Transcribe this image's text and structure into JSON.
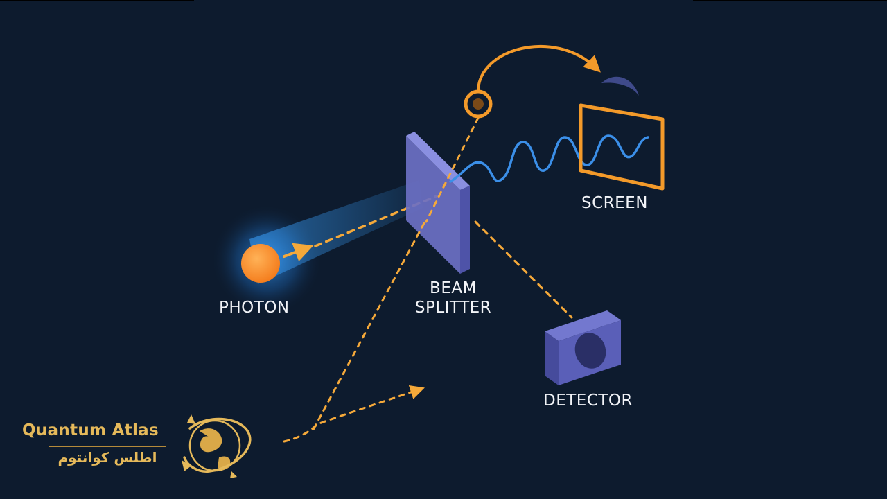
{
  "labels": {
    "photon": "PHOTON",
    "beam_splitter_line1": "BEAM",
    "beam_splitter_line2": "SPLITTER",
    "screen": "SCREEN",
    "detector": "DETECTOR"
  },
  "brand": {
    "name_en": "Quantum Atlas",
    "name_fa": "اطلس کوانتوم",
    "logo_icon": "globe-orbit-icon"
  },
  "colors": {
    "background": "#0d1b2e",
    "photon": "#f7922c",
    "path": "#f5a93a",
    "wave": "#3b8fe8",
    "splitter": "#6b70c4",
    "detector": "#5a5fb8",
    "screen_frame": "#f39a2a",
    "brand": "#e5b95a"
  }
}
